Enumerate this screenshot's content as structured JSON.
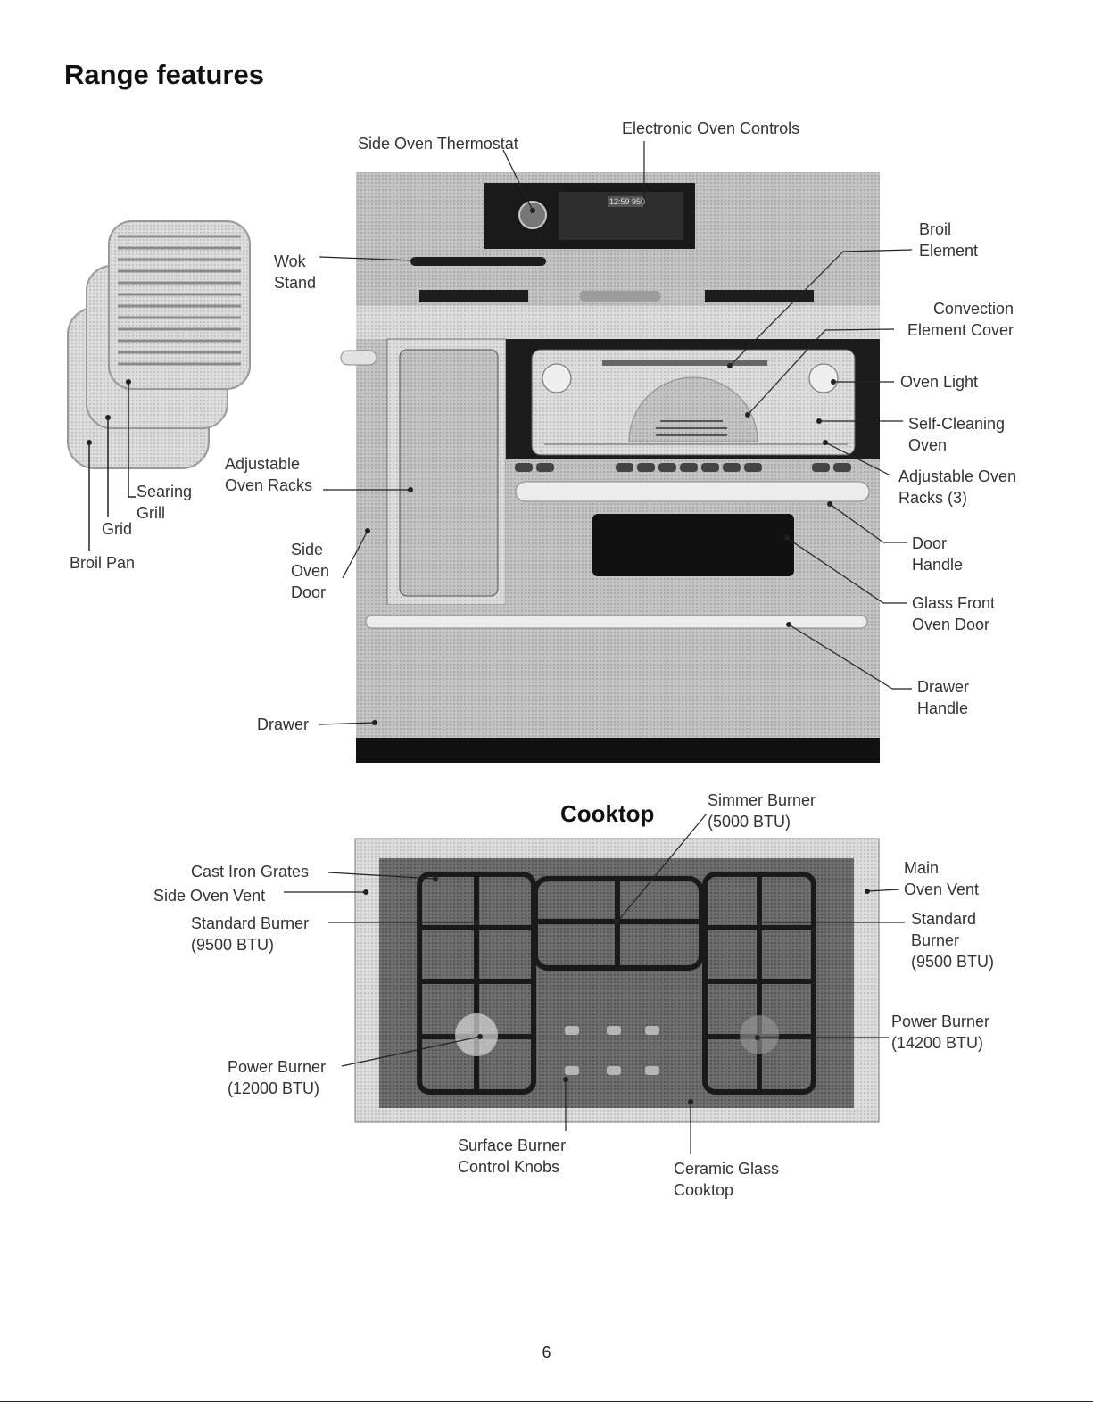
{
  "page": {
    "title": "Range features",
    "page_number": "6"
  },
  "range_labels": {
    "side_oven_thermostat": "Side Oven Thermostat",
    "electronic_oven_controls": "Electronic Oven Controls",
    "wok_stand": "Wok\nStand",
    "broil_element": "Broil\nElement",
    "convection_cover": "Convection\nElement Cover",
    "oven_light": "Oven Light",
    "self_cleaning": "Self-Cleaning\nOven",
    "adjustable_oven_racks_3": "Adjustable Oven\nRacks (3)",
    "door_handle": "Door\nHandle",
    "glass_front": "Glass Front\nOven Door",
    "drawer_handle": "Drawer\nHandle",
    "drawer": "Drawer",
    "side_oven_door": "Side\nOven\nDoor",
    "adjustable_racks": "Adjustable\nOven Racks",
    "searing_grill": "Searing\nGrill",
    "grid": "Grid",
    "broil_pan": "Broil Pan"
  },
  "display": {
    "clock": "12:59 950"
  },
  "cooktop": {
    "title": "Cooktop",
    "simmer": "Simmer Burner\n(5000 BTU)",
    "cast_iron": "Cast Iron Grates",
    "side_vent": "Side Oven Vent",
    "std_left": "Standard Burner\n(9500 BTU)",
    "power_left": "Power Burner\n(12000 BTU)",
    "main_vent": "Main\nOven Vent",
    "std_right": "Standard\nBurner\n(9500 BTU)",
    "power_right": "Power Burner\n(14200 BTU)",
    "knobs": "Surface Burner\nControl Knobs",
    "ceramic": "Ceramic Glass\nCooktop"
  },
  "colors": {
    "steel": "#b9b9b9",
    "dark": "#1a1a1a",
    "line": "#222222"
  }
}
